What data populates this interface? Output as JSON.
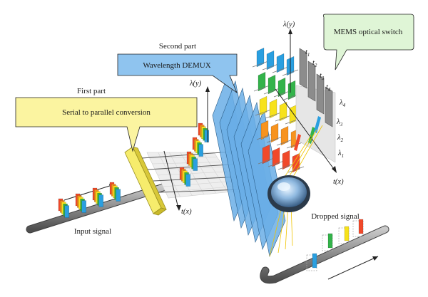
{
  "labels": {
    "first_part": "First part",
    "serial_to_parallel": "Serial to parallel conversion",
    "second_part": "Second part",
    "wavelength_demux": "Wavelength DEMUX",
    "mems_switch": "MEMS optical switch",
    "input_signal": "Input signal",
    "dropped_signal": "Dropped signal",
    "axis_lambda_y_1": "λ(y)",
    "axis_lambda_y_2": "λ(y)",
    "axis_t_x_1": "t(x)",
    "axis_t_x_2": "t(x)"
  },
  "time_labels": [
    "t",
    "t",
    "t",
    "t"
  ],
  "time_subscripts": [
    "1",
    "2",
    "3",
    "4"
  ],
  "wavelength_labels": [
    "λ",
    "λ",
    "λ",
    "λ"
  ],
  "wavelength_subscripts": [
    "4",
    "3",
    "2",
    "1"
  ],
  "colors": {
    "callout_yellow": "#fbf4a0",
    "callout_blue": "#8fc4ef",
    "callout_green": "#dff5d6",
    "pulse_red": "#f0492a",
    "pulse_orange": "#f7931e",
    "pulse_yellow": "#f7e21b",
    "pulse_green": "#33b34a",
    "pulse_blue": "#2a9fe0",
    "fiber": "#8a8a8a",
    "demux_plate": "#6aaee6",
    "mems": "#8c8c8c"
  }
}
